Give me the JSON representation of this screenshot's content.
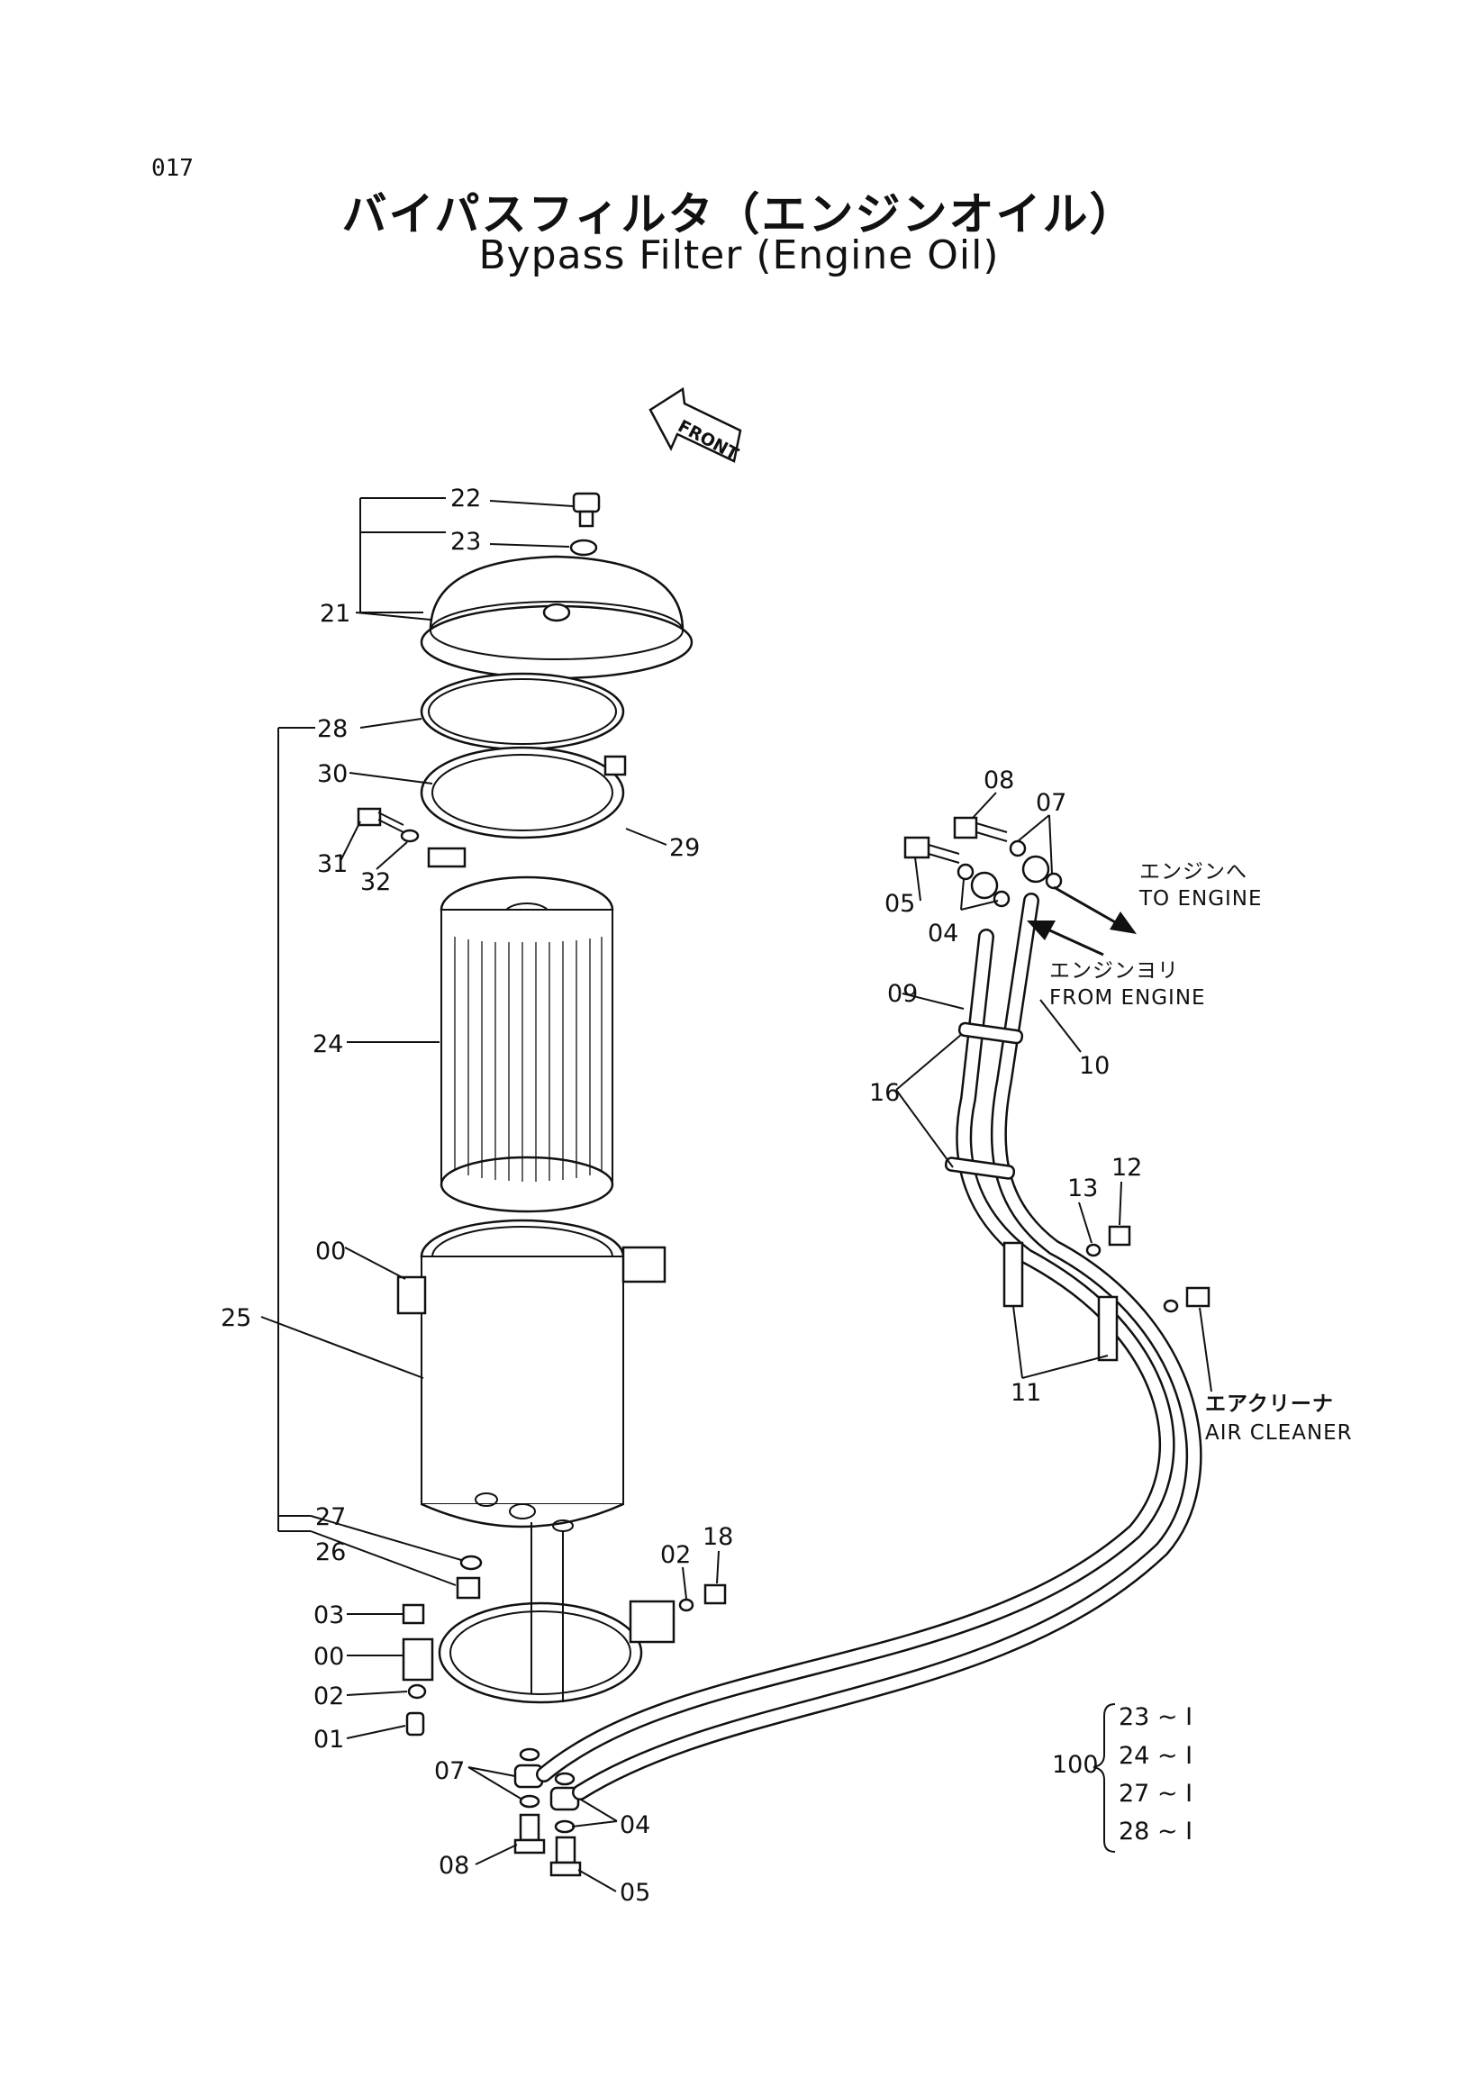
{
  "page_number": "017",
  "title_jp": "バイパスフィルタ（エンジンオイル）",
  "title_en": "Bypass Filter (Engine Oil)",
  "front_arrow_label": "FRONT",
  "part_labels": {
    "p22": "22",
    "p23": "23",
    "p21": "21",
    "p28": "28",
    "p30": "30",
    "p29": "29",
    "p31": "31",
    "p32": "32",
    "p24": "24",
    "p00a": "00",
    "p25": "25",
    "p27": "27",
    "p26": "26",
    "p03": "03",
    "p00b": "00",
    "p02a": "02",
    "p01": "01",
    "p02b": "02",
    "p18": "18",
    "p07a": "07",
    "p04a": "04",
    "p08a": "08",
    "p05a": "05",
    "p08b": "08",
    "p07b": "07",
    "p05b": "05",
    "p04b": "04",
    "p09": "09",
    "p10": "10",
    "p16": "16",
    "p13": "13",
    "p12": "12",
    "p11": "11"
  },
  "annotations": {
    "to_engine_jp": "エンジンへ",
    "to_engine_en": "TO ENGINE",
    "from_engine_jp": "エンジンヨリ",
    "from_engine_en": "FROM ENGINE",
    "air_cleaner_jp": "エアクリーナ",
    "air_cleaner_en": "AIR CLEANER"
  },
  "kit": {
    "number": "100",
    "items": [
      "23 ~ I",
      "24 ~ I",
      "27 ~ I",
      "28 ~ I"
    ]
  }
}
